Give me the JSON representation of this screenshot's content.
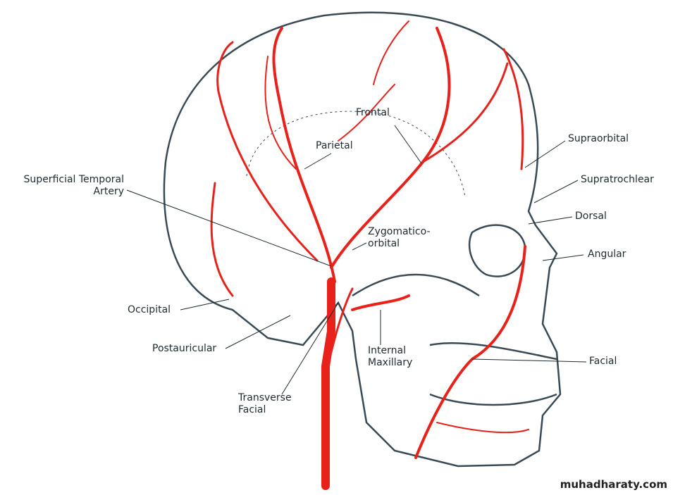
{
  "title": "Arteries of the head",
  "colors": {
    "artery": "#e8221b",
    "outline": "#3a4a55"
  },
  "labels": {
    "frontal": "Frontal",
    "parietal": "Parietal",
    "superficial_temporal": [
      "Superficial Temporal",
      "Artery"
    ],
    "zygomatico_orbital": [
      "Zygomatico-",
      "orbital"
    ],
    "supraorbital": "Supraorbital",
    "supratrochlear": "Supratrochlear",
    "dorsal": "Dorsal",
    "angular": "Angular",
    "occipital": "Occipital",
    "postauricular": "Postauricular",
    "transverse_facial": [
      "Transverse",
      "Facial"
    ],
    "internal_maxillary": [
      "Internal",
      "Maxillary"
    ],
    "facial": "Facial"
  },
  "watermark": "muhadharaty.com"
}
